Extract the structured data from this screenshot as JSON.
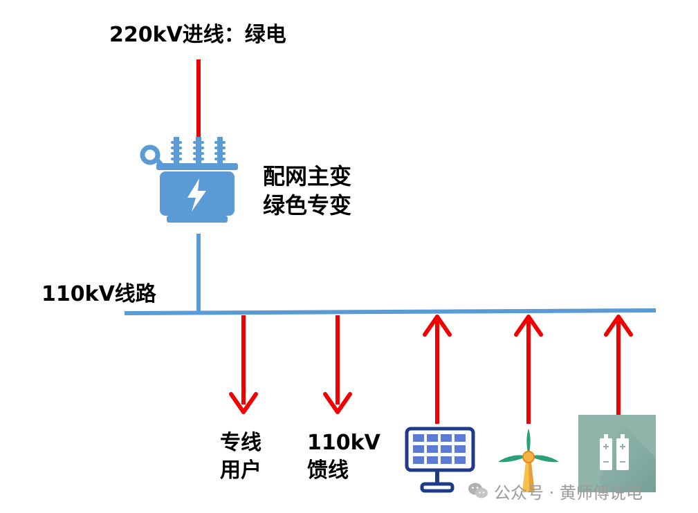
{
  "labels": {
    "incoming_line": "220kV进线：绿电",
    "transformer_line1": "配网主变",
    "transformer_line2": "绿色专变",
    "bus_label": "110kV线路",
    "dedicated_user_line1": "专线",
    "dedicated_user_line2": "用户",
    "feeder_line1": "110kV",
    "feeder_line2": "馈线"
  },
  "icons": {
    "transformer": "transformer-icon",
    "solar": "solar-panel-icon",
    "wind": "wind-turbine-icon",
    "storage": "battery-storage-icon",
    "watermark": "wechat-icon"
  },
  "colors": {
    "power_flow": "#f00000",
    "bus_line": "#5b9bd5",
    "transformer": "#5b9bd5"
  },
  "watermark": {
    "text": "公众号 · 黄师傅说电"
  }
}
